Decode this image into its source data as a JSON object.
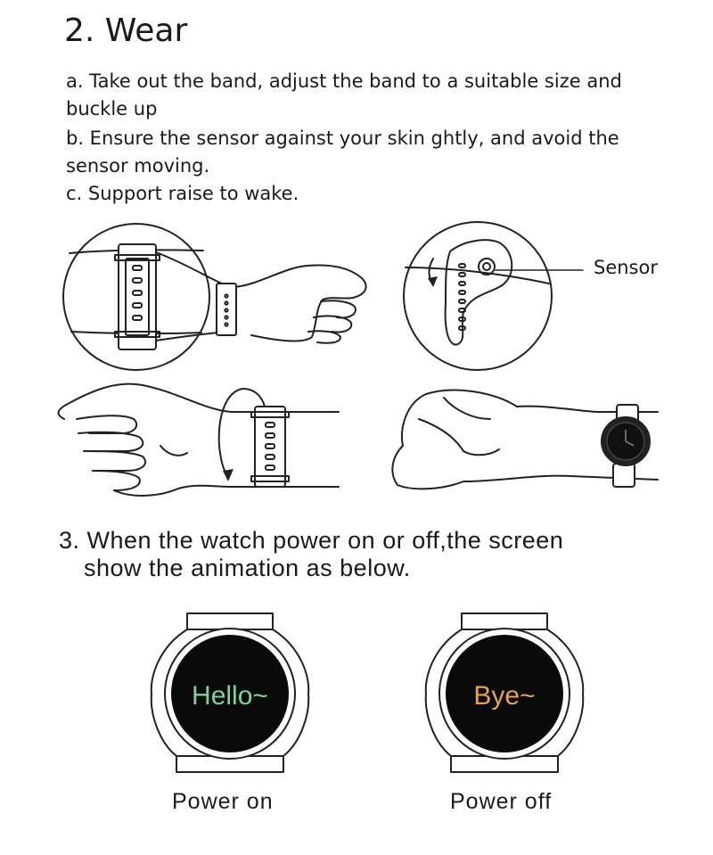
{
  "section2": {
    "title": "2. Wear",
    "step_a": "a. Take out the band, adjust the band to a suitable size and buckle up",
    "step_b": "b. Ensure the sensor against your skin  ghtly, and avoid the sensor moving.",
    "step_c": "c. Support raise to wake."
  },
  "illustration": {
    "sensor_label": "Sensor"
  },
  "section3": {
    "title_line1": "3. When the watch power on or off,the screen",
    "title_line2": "show the animation as below."
  },
  "watches": {
    "on": {
      "screen_text": "Hello~",
      "screen_color": "#7dd39a",
      "caption": "Power on"
    },
    "off": {
      "screen_text": "Bye~",
      "screen_color": "#e3a15a",
      "caption": "Power off"
    }
  },
  "colors": {
    "ink": "#1a1a1a",
    "screen": "#0a0a0a",
    "paper": "#ffffff"
  }
}
